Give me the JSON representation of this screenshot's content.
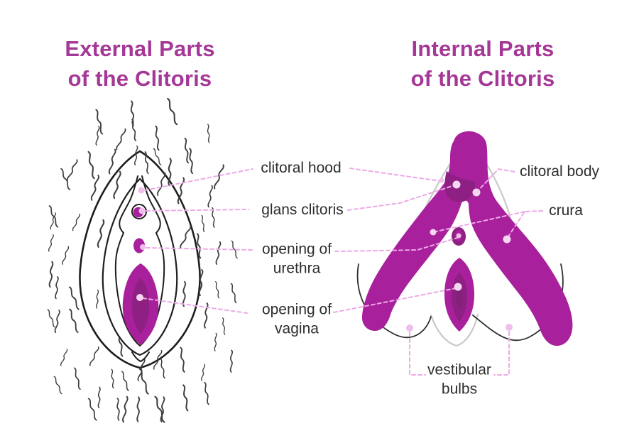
{
  "titles": {
    "external": {
      "line1": "External Parts",
      "line2": "of the Clitoris"
    },
    "internal": {
      "line1": "Internal Parts",
      "line2": "of the Clitoris"
    }
  },
  "labels": {
    "clitoral_hood": "clitoral hood",
    "glans_clitoris": "glans clitoris",
    "opening_of_urethra": [
      "opening of",
      "urethra"
    ],
    "opening_of_vagina": [
      "opening of",
      "vagina"
    ],
    "clitoral_body": "clitoral body",
    "crura": "crura",
    "vestibular_bulbs": [
      "vestibular",
      "bulbs"
    ]
  },
  "colors": {
    "bg": "#ffffff",
    "title": "#A53897",
    "label_text": "#2D2D2D",
    "magenta": "#A8209B",
    "magenta_dark": "#8D2082",
    "magenta_deep": "#7E2074",
    "leader": "#EDA9E7",
    "dot_med": "#EFBFE9",
    "dot_light": "#F6D7F2",
    "outline": "#1E1E1E",
    "bulb_outline": "#2E2E2E",
    "gray": "#CBCBCB",
    "hair": "#3F3F3F"
  }
}
